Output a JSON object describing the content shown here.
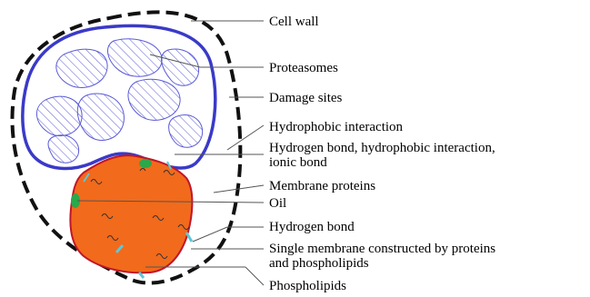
{
  "labels": {
    "cell_wall": "Cell wall",
    "proteasomes": "Proteasomes",
    "damage_sites": "Damage sites",
    "hydrophobic_interaction": "Hydrophobic interaction",
    "hbond_line1": "Hydrogen bond, hydrophobic interaction,",
    "hbond_line2": "ionic bond",
    "membrane_proteins": "Membrane proteins",
    "oil": "Oil",
    "hydrogen_bond": "Hydrogen bond",
    "single_membrane_line1": "Single membrane constructed by proteins",
    "single_membrane_line2": "and phospholipids",
    "phospholipids": "Phospholipids"
  },
  "colors": {
    "cell_wall": "#111111",
    "proteasome_outline": "#3a3ac8",
    "hatch": "#5a5ad8",
    "oil_fill": "#f26a1b",
    "oil_outline": "#c0162a",
    "membrane_protein": "#2aa84a",
    "phospholipid": "#5ec7d8"
  }
}
